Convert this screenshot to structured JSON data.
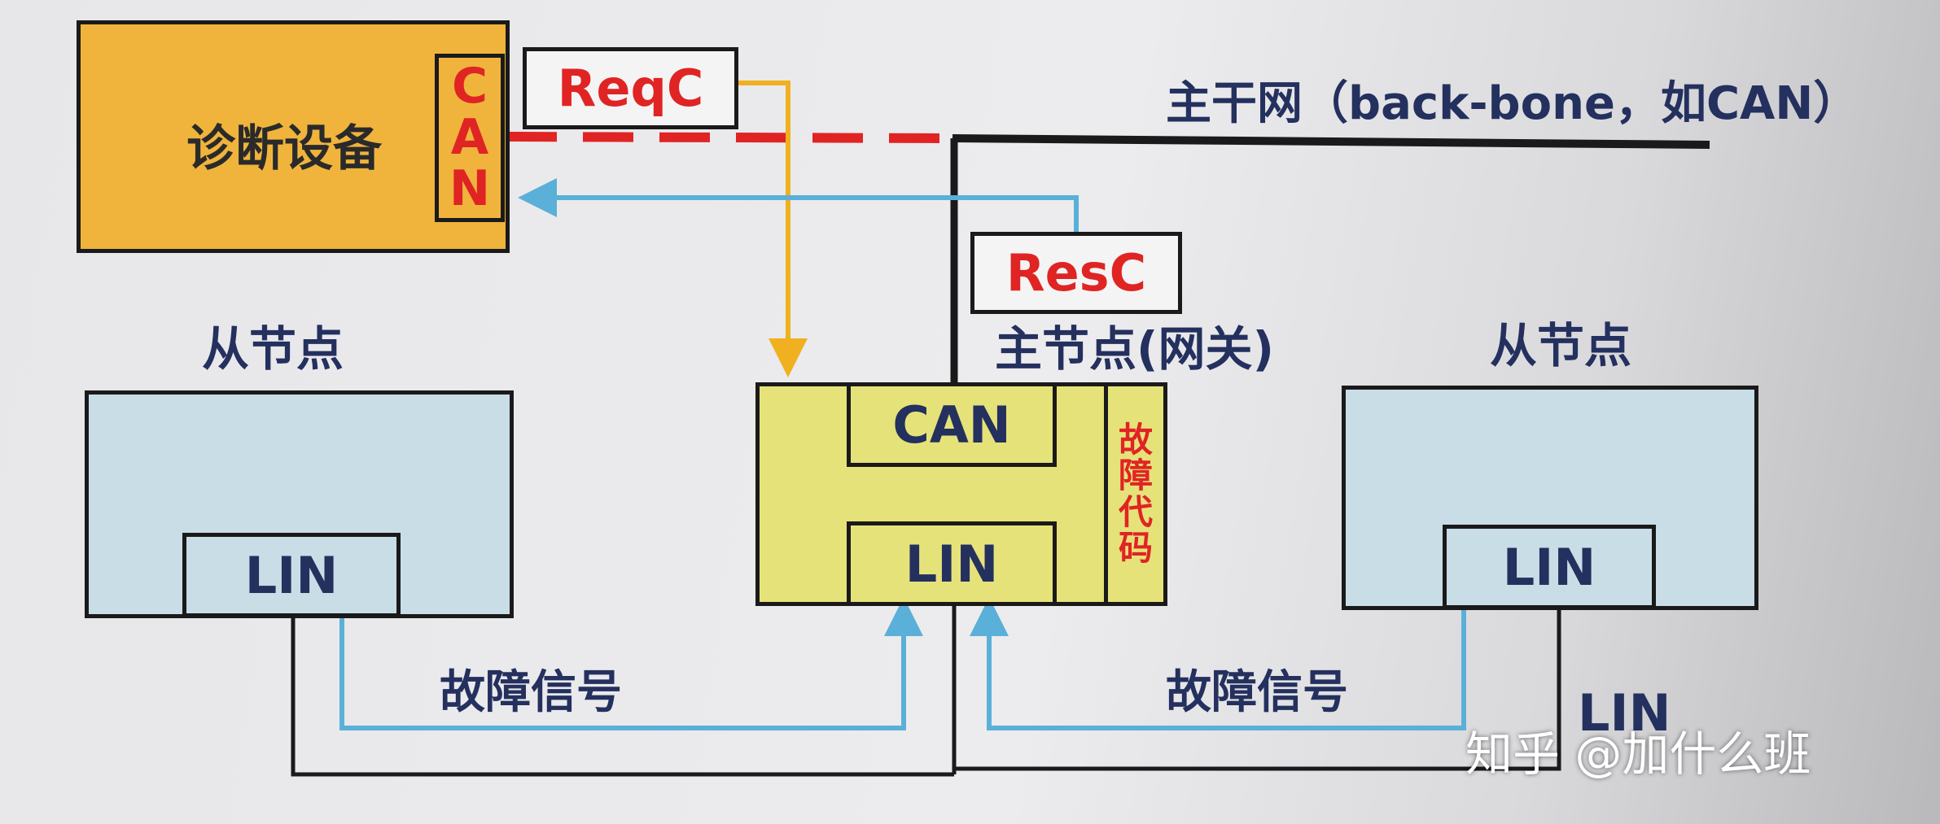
{
  "diagnostic_device": {
    "label": "诊断设备",
    "can_chars": [
      "C",
      "A",
      "N"
    ]
  },
  "messages": {
    "request": "ReqC",
    "response": "ResC"
  },
  "backbone_label": "主干网（back-bone，如CAN）",
  "master_node": {
    "title": "主节点(网关)",
    "can_label": "CAN",
    "lin_label": "LIN",
    "fault_code_chars": [
      "故",
      "障",
      "代",
      "码"
    ]
  },
  "left_slave": {
    "title": "从节点",
    "lin_label": "LIN"
  },
  "right_slave": {
    "title": "从节点",
    "lin_label": "LIN"
  },
  "fault_signal_left": "故障信号",
  "fault_signal_right": "故障信号",
  "bus_label_partial": "LIN",
  "watermark": "知乎 @加什么班",
  "colors": {
    "navy_text": "#24305e",
    "red_text": "#e02424",
    "diag_fill": "#f0b43c",
    "master_fill": "#e6e27a",
    "slave_fill": "#c9dde6",
    "request_arrow": "#f0b020",
    "response_arrow": "#5ab0d8",
    "can_dashed": "#e02424"
  }
}
